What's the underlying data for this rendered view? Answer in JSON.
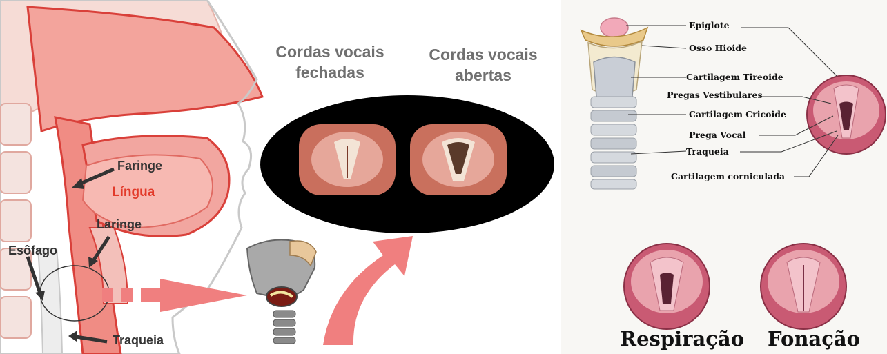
{
  "left_diagram": {
    "title_closed": [
      "Cordas vocais",
      "fechadas"
    ],
    "title_open": [
      "Cordas vocais",
      "abertas"
    ],
    "labels": {
      "faringe": "Faringe",
      "lingua": "Língua",
      "laringe": "Laringe",
      "esofago": "Esôfago",
      "traqueia": "Traqueia"
    }
  },
  "right_diagram": {
    "labels": {
      "epiglote": "Epiglote",
      "osso_hioide": "Osso Hioide",
      "cartilagem_tireoide": "Cartilagem Tireoide",
      "pregas_vestibulares": "Pregas Vestibulares",
      "cartilagem_cricoide": "Cartilagem Cricoide",
      "prega_vocal": "Prega Vocal",
      "traqueia": "Traqueia",
      "cartilagem_corniculada": "Cartilagem corniculada"
    },
    "captions": {
      "respiracao": "Respiração",
      "fonacao": "Fonação"
    }
  },
  "colors": {
    "tissue": "#f08c84",
    "tissue_dark": "#d9403a",
    "arrow": "#f07f7f",
    "fold_pink": "#e9a3ad"
  }
}
